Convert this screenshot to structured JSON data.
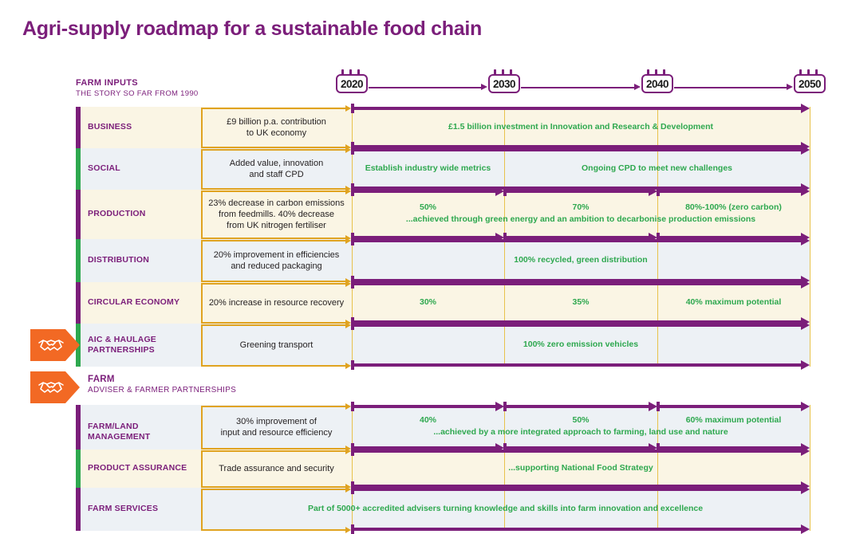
{
  "title": "Agri-supply roadmap for a sustainable food chain",
  "colors": {
    "purple": "#7B1E7A",
    "green": "#2EA84F",
    "gold": "#E0A320",
    "gridline": "#E8C24C",
    "orange": "#F26924",
    "cream": "#FAF5E4",
    "bluegrey": "#EDF1F5",
    "text": "#231f20"
  },
  "header": {
    "line1": "FARM INPUTS",
    "line2": "THE STORY SO FAR FROM 1990"
  },
  "timeline": {
    "years": [
      "2020",
      "2030",
      "2040",
      "2050"
    ],
    "calendar_icon": "calendar-icon"
  },
  "sections": [
    {
      "id": "farm-inputs",
      "rows": [
        {
          "label": "BUSINESS",
          "story": "£9 billion p.a. contribution\nto UK economy",
          "bg": "cream",
          "bar": "purple",
          "milestones": [
            {
              "text": "£1.5 billion investment in Innovation and Research & Development",
              "span": "full"
            }
          ],
          "note": "",
          "arrow_segments": 1
        },
        {
          "label": "SOCIAL",
          "story": "Added value, innovation\nand staff CPD",
          "bg": "bluegrey",
          "bar": "green",
          "milestones": [
            {
              "text": "Establish industry wide metrics",
              "span": "2020-2030"
            },
            {
              "text": "Ongoing CPD to meet new challenges",
              "span": "2030-2050"
            }
          ],
          "note": "",
          "arrow_segments": 1
        },
        {
          "label": "PRODUCTION",
          "story": "23% decrease in carbon emissions\nfrom feedmills. 40% decrease\nfrom UK nitrogen fertiliser",
          "bg": "cream",
          "bar": "purple",
          "milestones": [
            {
              "text": "50%",
              "span": "2020-2030"
            },
            {
              "text": "70%",
              "span": "2030-2040"
            },
            {
              "text": "80%-100% (zero carbon)",
              "span": "2040-2050"
            }
          ],
          "note": "...achieved through green energy and an ambition to decarbonise production emissions",
          "arrow_segments": 3
        },
        {
          "label": "DISTRIBUTION",
          "story": "20% improvement in efficiencies\nand reduced packaging",
          "bg": "bluegrey",
          "bar": "green",
          "milestones": [
            {
              "text": "100% recycled, green distribution",
              "span": "full"
            }
          ],
          "note": "",
          "arrow_segments": 1
        },
        {
          "label": "CIRCULAR ECONOMY",
          "story": "20% increase in resource recovery",
          "bg": "cream",
          "bar": "purple",
          "milestones": [
            {
              "text": "30%",
              "span": "2020-2030"
            },
            {
              "text": "35%",
              "span": "2030-2040"
            },
            {
              "text": "40% maximum potential",
              "span": "2040-2050"
            }
          ],
          "note": "",
          "arrow_segments": 1
        },
        {
          "label": "AIC & HAULAGE\nPARTNERSHIPS",
          "story": "Greening transport",
          "bg": "bluegrey",
          "bar": "green",
          "tag": "handshake-icon",
          "milestones": [
            {
              "text": "100% zero emission vehicles",
              "span": "full"
            }
          ],
          "note": "",
          "arrow_segments": 1
        }
      ]
    },
    {
      "id": "farm",
      "banner": {
        "tag": "handshake-icon",
        "line1": "FARM",
        "line2": "ADVISER & FARMER PARTNERSHIPS"
      },
      "rows": [
        {
          "label": "FARM/LAND MANAGEMENT",
          "story": "30% improvement of\ninput and resource efficiency",
          "bg": "bluegrey",
          "bar": "purple",
          "milestones": [
            {
              "text": "40%",
              "span": "2020-2030"
            },
            {
              "text": "50%",
              "span": "2030-2040"
            },
            {
              "text": "60% maximum potential",
              "span": "2040-2050"
            }
          ],
          "note": "...achieved by a more integrated approach to farming, land use and nature",
          "arrow_segments": 3
        },
        {
          "label": "PRODUCT ASSURANCE",
          "story": "Trade assurance and security",
          "bg": "cream",
          "bar": "green",
          "milestones": [
            {
              "text": "...supporting National Food Strategy",
              "span": "full"
            }
          ],
          "note": "",
          "arrow_segments": 1
        },
        {
          "label": "FARM SERVICES",
          "story": "",
          "bg": "bluegrey",
          "bar": "purple",
          "milestones": [
            {
              "text": "Part of 5000+ accredited advisers turning knowledge and skills into farm innovation and excellence",
              "span": "wide"
            }
          ],
          "note": "",
          "arrow_segments": 1
        }
      ]
    }
  ]
}
